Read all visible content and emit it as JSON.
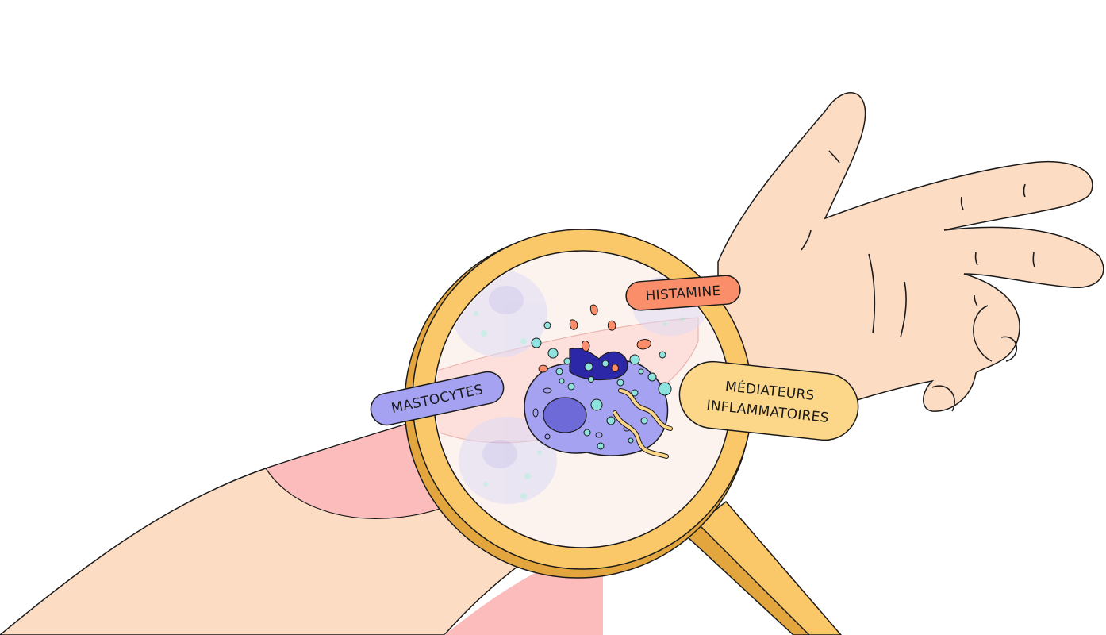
{
  "labels": {
    "mastocytes": "MASTOCYTES",
    "histamine": "HISTAMINE",
    "mediateurs_line1": "MÉDIATEURS",
    "mediateurs_line2": "INFLAMMATOIRES"
  },
  "colors": {
    "skin": "#fddcc4",
    "skin_irritated": "#fdbcbc",
    "magnifier_frame": "#fbc869",
    "magnifier_shadow": "#e3a63f",
    "lens_background": "#fdf3ee",
    "cell_body": "#a5a2f2",
    "cell_nucleus": "#6e6bd9",
    "cell_top": "#2c27a6",
    "granules": "#8fe3de",
    "histamine_drops": "#fb8e6a",
    "mastocytes_pill": "#a5a2f2",
    "histamine_pill": "#fb8e6a",
    "mediateurs_pill": "#fcd78a",
    "outline": "#1a1a1a"
  }
}
